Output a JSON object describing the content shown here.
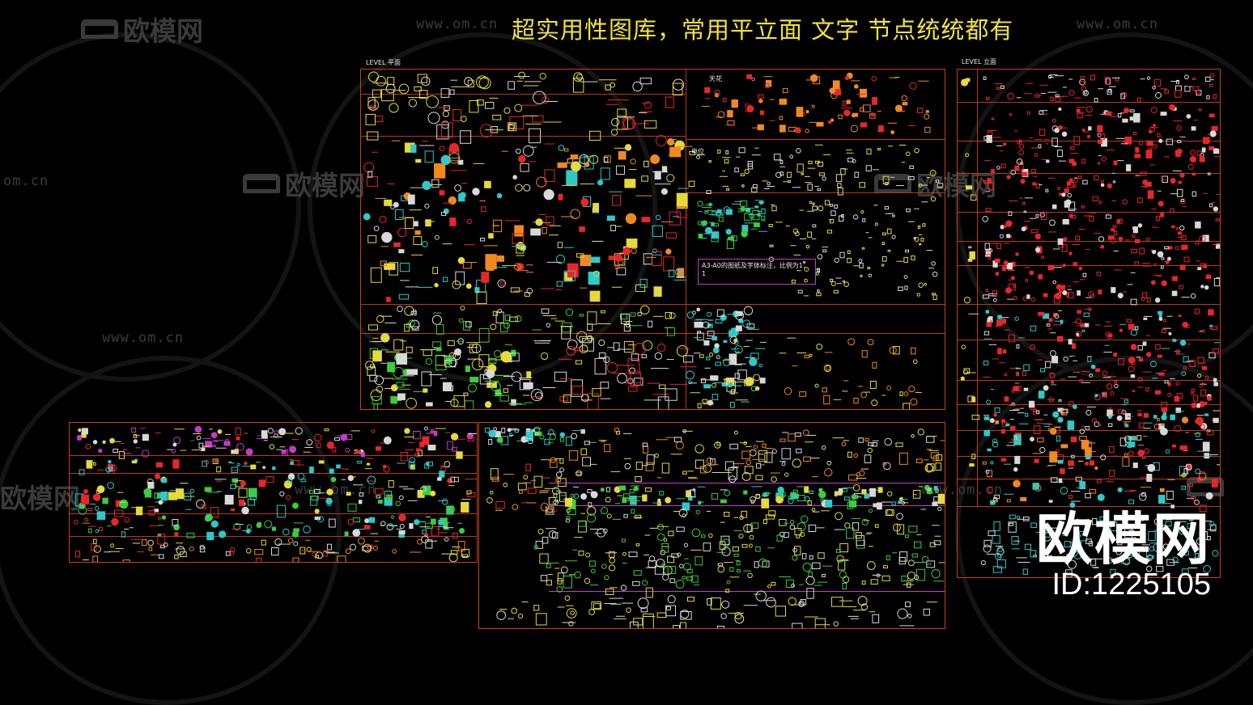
{
  "headline": "超实用性图库，常用平立面 文字 节点统统都有",
  "watermark": {
    "url": "www.om.cn",
    "url_short": "om.cn",
    "brand": "欧模网",
    "brand_partial": "欧模网"
  },
  "panels": {
    "plan_label": "LEVEL 平面",
    "elevation_label": "LEVEL 立面",
    "note_box_text": "A3-A0的图纸及字体标注，比例为1：1",
    "category_1": "天花",
    "category_2": "电位"
  },
  "brand_overlay": {
    "logo": "欧模网",
    "id": "ID:1225105"
  },
  "colors": {
    "background": "#000000",
    "headline": "#f2e33a",
    "frame": "#c4431f",
    "cad_yellow": "#e6d93a",
    "cad_red": "#e8262a",
    "cad_cyan": "#2fc9c9",
    "cad_green": "#3ccd3c",
    "cad_white": "#d8d8d8",
    "cad_orange": "#f08a1e",
    "cad_magenta": "#c23cc8"
  }
}
